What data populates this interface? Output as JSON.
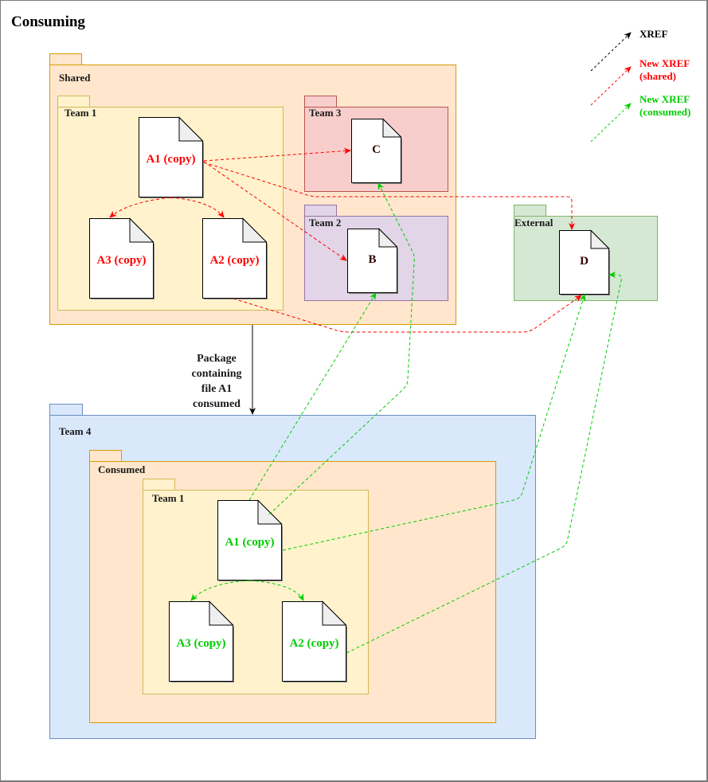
{
  "diagram": {
    "title": "Consuming",
    "legend": [
      {
        "label_lines": [
          "XREF"
        ],
        "color": "#000000"
      },
      {
        "label_lines": [
          "New XREF",
          "(shared)"
        ],
        "color": "#ff0000"
      },
      {
        "label_lines": [
          "New XREF",
          "(consumed)"
        ],
        "color": "#00cc00"
      }
    ],
    "packages": {
      "shared": {
        "label": "Shared",
        "fill": "#ffe6cc",
        "stroke": "#d79b00"
      },
      "shared_team1": {
        "label": "Team 1",
        "fill": "#fff2cc",
        "stroke": "#d6b656"
      },
      "team3": {
        "label": "Team 3",
        "fill": "#f8cecc",
        "stroke": "#b85450"
      },
      "team2": {
        "label": "Team 2",
        "fill": "#e1d5e7",
        "stroke": "#9673a6"
      },
      "external": {
        "label": "External",
        "fill": "#d5e8d4",
        "stroke": "#82b366"
      },
      "team4": {
        "label": "Team 4",
        "fill": "#dae8fc",
        "stroke": "#6c8ebf"
      },
      "consumed": {
        "label": "Consumed",
        "fill": "#ffe6cc",
        "stroke": "#d79b00"
      },
      "consumed_team1": {
        "label": "Team 1",
        "fill": "#fff2cc",
        "stroke": "#d6b656"
      }
    },
    "files": {
      "shared_a1": {
        "label": "A1 (copy)",
        "color": "#ff0000"
      },
      "shared_a2": {
        "label": "A2 (copy)",
        "color": "#ff0000"
      },
      "shared_a3": {
        "label": "A3 (copy)",
        "color": "#ff0000"
      },
      "c": {
        "label": "C",
        "color": "#330000"
      },
      "b": {
        "label": "B",
        "color": "#330000"
      },
      "d": {
        "label": "D",
        "color": "#330000"
      },
      "consumed_a1": {
        "label": "A1 (copy)",
        "color": "#00cc00"
      },
      "consumed_a2": {
        "label": "A2 (copy)",
        "color": "#00cc00"
      },
      "consumed_a3": {
        "label": "A3 (copy)",
        "color": "#00cc00"
      }
    },
    "consume_arrow": {
      "label_lines": [
        "Package",
        "containing",
        "file A1",
        "consumed"
      ]
    },
    "edges": [
      {
        "from": "shared_a1",
        "to": "c",
        "kind": "new-xref-shared"
      },
      {
        "from": "shared_a1",
        "to": "b",
        "kind": "new-xref-shared"
      },
      {
        "from": "shared_a1",
        "to": "d",
        "kind": "new-xref-shared"
      },
      {
        "from": "shared_a1",
        "to": "shared_a3",
        "kind": "new-xref-shared"
      },
      {
        "from": "shared_a1",
        "to": "shared_a2",
        "kind": "new-xref-shared"
      },
      {
        "from": "shared_a2",
        "to": "d",
        "kind": "new-xref-shared"
      },
      {
        "from": "consumed_a1",
        "to": "b",
        "kind": "new-xref-consumed"
      },
      {
        "from": "consumed_a1",
        "to": "c",
        "kind": "new-xref-consumed"
      },
      {
        "from": "consumed_a1",
        "to": "d",
        "kind": "new-xref-consumed"
      },
      {
        "from": "consumed_a1",
        "to": "consumed_a3",
        "kind": "new-xref-consumed"
      },
      {
        "from": "consumed_a1",
        "to": "consumed_a2",
        "kind": "new-xref-consumed"
      },
      {
        "from": "consumed_a2",
        "to": "d",
        "kind": "new-xref-consumed"
      },
      {
        "from": "shared",
        "to": "team4",
        "kind": "xref"
      }
    ]
  }
}
